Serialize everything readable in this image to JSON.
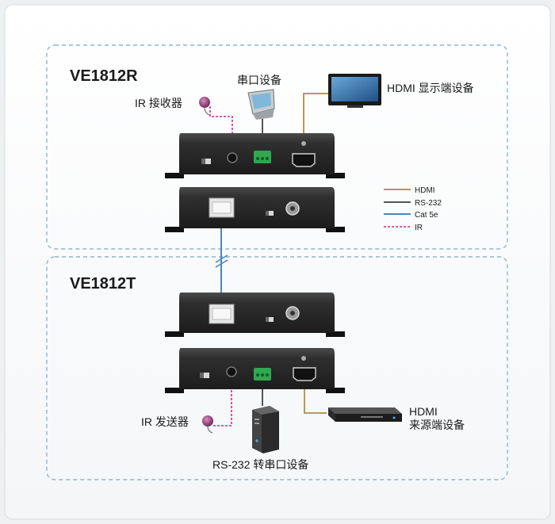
{
  "sections": [
    {
      "title": "VE1812R"
    },
    {
      "title": "VE1812T"
    }
  ],
  "labels": {
    "ir_receiver": "IR 接收器",
    "serial_device": "串口设备",
    "hdmi_display": "HDMI 显示端设备",
    "ir_transmitter": "IR 发送器",
    "hdmi_source_line1": "HDMI",
    "hdmi_source_line2": "来源端设备",
    "rs232_device": "RS-232 转串口设备"
  },
  "legend": [
    {
      "label": "HDMI",
      "color": "#b59a5a",
      "style": "solid"
    },
    {
      "label": "RS-232",
      "color": "#555555",
      "style": "solid"
    },
    {
      "label": "Cat 5e",
      "color": "#4a86b8",
      "style": "solid"
    },
    {
      "label": "IR",
      "color": "#d0288f",
      "style": "dashed"
    }
  ],
  "colors": {
    "background": "#eef0f2",
    "panel": "#ffffff",
    "dashed_border": "#8fb5cf",
    "device_body": "#2b2b2b",
    "connector_green": "#2fa84f"
  }
}
